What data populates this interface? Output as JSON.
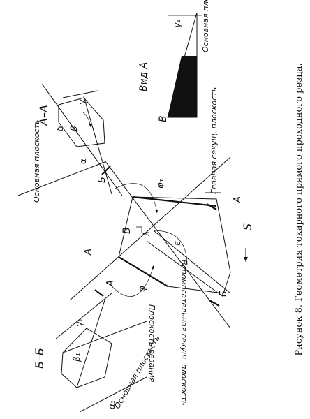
{
  "caption": "Рисунок 8. Геометрия токарного прямого проходного резца.",
  "view_a": {
    "title": "Вид А",
    "point_label": "В",
    "plane_label": "Основная плоскость",
    "angle_label": "γ₁"
  },
  "section_aa": {
    "title": "А–А",
    "plane_label": "Основная плоскость",
    "angles": [
      "γ",
      "δ",
      "β",
      "α"
    ]
  },
  "section_bb": {
    "title": "Б–Б",
    "plane_label": "Основная плоскость",
    "angles": [
      "γ₁",
      "β₁",
      "α₁"
    ]
  },
  "plan": {
    "point_b": "В",
    "angles": [
      "φ₁",
      "ε",
      "λ",
      "φ"
    ],
    "markers": [
      "Б",
      "А",
      "А",
      "Б",
      "А"
    ],
    "main_plane_label": "Главная секущ. плоскость",
    "aux_plane_label": "Вспомогательная секущ. плоскость",
    "cutting_plane_label": "Плоскость резания",
    "feed_label": "S"
  }
}
